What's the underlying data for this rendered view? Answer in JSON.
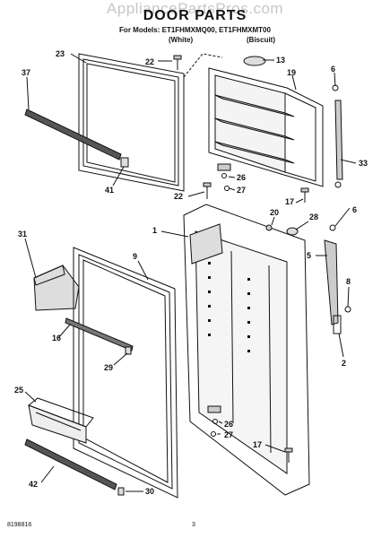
{
  "watermark": "AppliancePartsPros.com",
  "title": "DOOR PARTS",
  "models_line": "For Models: ET1FHMXMQ00, ET1FHMXMT00",
  "variants": {
    "white": "(White)",
    "biscuit": "(Biscuit)"
  },
  "callouts": [
    "23",
    "37",
    "22",
    "13",
    "19",
    "6",
    "41",
    "33",
    "26",
    "27",
    "22",
    "17",
    "20",
    "28",
    "6",
    "1",
    "5",
    "31",
    "9",
    "8",
    "16",
    "29",
    "2",
    "25",
    "26",
    "27",
    "17",
    "42",
    "30"
  ],
  "footer": {
    "doc_number": "8198816",
    "page_number": "3"
  }
}
